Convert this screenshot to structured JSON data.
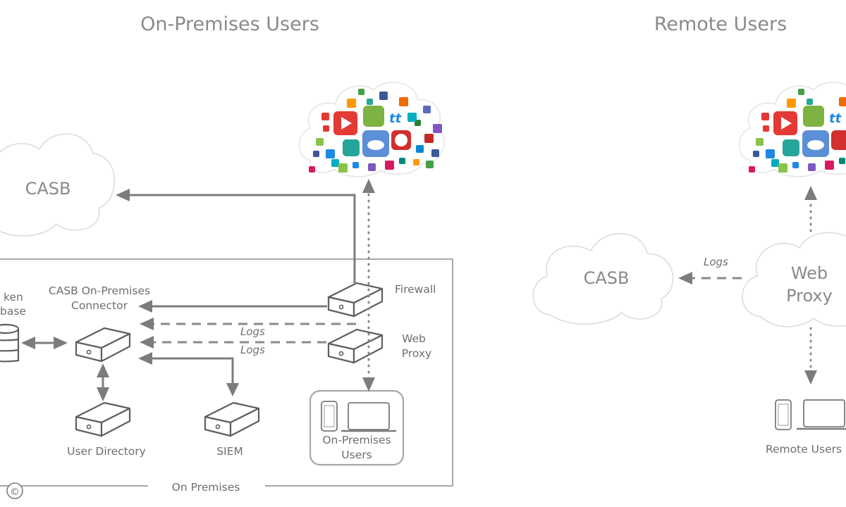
{
  "diagram": {
    "headings": {
      "on_premises_users": "On-Premises Users",
      "remote_users": "Remote Users"
    },
    "clouds": {
      "casb_left": "CASB",
      "casb_right": "CASB",
      "web_proxy_right_line1": "Web",
      "web_proxy_right_line2": "Proxy"
    },
    "nodes": {
      "token_db_line1": "ken",
      "token_db_line2": "base",
      "connector_line1": "CASB On-Premises",
      "connector_line2": "Connector",
      "firewall": "Firewall",
      "web_proxy_line1": "Web",
      "web_proxy_line2": "Proxy",
      "user_directory": "User Directory",
      "siem": "SIEM",
      "onprem_users_line1": "On-Premises",
      "onprem_users_line2": "Users",
      "remote_users": "Remote Users"
    },
    "edge_labels": {
      "logs_1": "Logs",
      "logs_2": "Logs",
      "logs_right": "Logs"
    },
    "zone_label": "On Premises",
    "copyright": "©"
  },
  "app_icon_colors": [
    "#e53935",
    "#8bc34a",
    "#1e88e5",
    "#3b5998",
    "#00acc1",
    "#ff9800",
    "#43a047",
    "#7e57c2",
    "#d81b60",
    "#00897b",
    "#0288d1",
    "#c62828",
    "#2e7d32",
    "#5c6bc0",
    "#ef6c00",
    "#26a69a"
  ]
}
